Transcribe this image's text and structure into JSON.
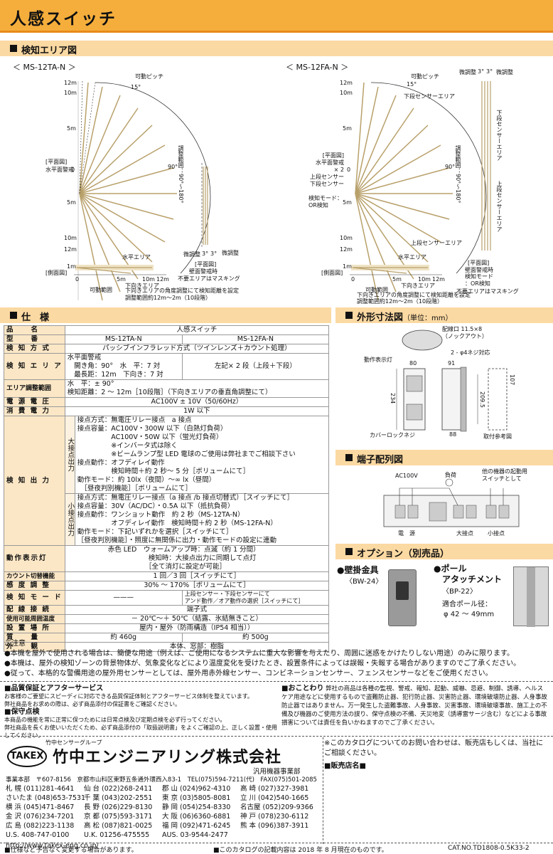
{
  "header": {
    "title": "人感スイッチ"
  },
  "sections": {
    "detection_area": "検知エリア図",
    "specs": "仕　様",
    "dimensions": "外形寸法図",
    "dimensions_unit": "（単位：mm）",
    "terminals": "端子配列図",
    "options": "オプション（別売品）"
  },
  "diagram_left": {
    "model": "＜ MS-12TA-N ＞",
    "scale": [
      "12m",
      "10m",
      "5m",
      "0",
      "5m",
      "10m",
      "12m"
    ],
    "plan_label": "[平面図]\n水平面警戒",
    "pitch": "可動ピッチ",
    "deg15": "15°",
    "range": "調整範囲：90°〜180°",
    "deg90": "90°",
    "fine1": "微調整",
    "fine2": "3°",
    "fine3": "3°",
    "fine4": "微調整",
    "plan2": "[平面図]",
    "wall": "壁面警戒時",
    "mask": "不要エリアはマスキング",
    "horiz": "水平エリア",
    "side": "[側面図]",
    "side_scale": [
      "1m",
      "0",
      "5m",
      "10m",
      "12m"
    ],
    "down": "下向きエリア",
    "movable": "可動範囲",
    "note": "下向きエリアの角度調整にて検知距離を設定\n調整範囲約12m〜2m（10段階）"
  },
  "diagram_right": {
    "model": "＜ MS-12FA-N ＞",
    "scale": [
      "12m",
      "10m",
      "5m",
      "0",
      "5m",
      "10m",
      "12m"
    ],
    "plan_label": "[平面図]\n水平面警戒\n× 2\n上段センサー\n下段センサー",
    "mode": "検知モード：\nOR検知",
    "pitch": "可動ピッチ",
    "deg15": "15°",
    "lower_area": "下段センサーエリア",
    "upper_area": "上段センサーエリア",
    "range": "調整範囲：90°〜180°",
    "deg90": "90°",
    "fine1": "微調整",
    "fine2": "3°",
    "fine3": "3°",
    "fine4": "微調整",
    "lower_v": "下段センサーエリア",
    "upper_v": "上段センサーエリア",
    "plan2": "[平面図]",
    "wall": "壁面警戒時",
    "mode2": "検知モード\n：OR検知",
    "mask": "不要エリアはマスキング",
    "horiz": "水平エリア",
    "side": "[側面図]",
    "side_scale": [
      "1m",
      "0",
      "5m",
      "10m",
      "12m"
    ],
    "down": "下向きエリア",
    "movable": "可動範囲",
    "note": "下向きエリアの角度調整にて検知距離を設定\n調整範囲約12m〜2m（10段階）"
  },
  "spec": {
    "rows": [
      [
        "品　　名",
        "人感スイッチ"
      ],
      [
        "型　　番",
        "MS-12TA-N",
        "MS-12FA-N"
      ],
      [
        "検 知 方 式",
        "パッシブインフラレッド方式（ツインレンズ＋カウント処理）"
      ],
      [
        "エリア調整範囲",
        "水　平：± 90°\n検知距離：2 〜 12m［10段階］（下向きエリアの垂直角調整にて）"
      ],
      [
        "電 源 電 圧",
        "AC100V ± 10V（50/60Hz）"
      ],
      [
        "消 費 電 力",
        "1W 以下"
      ]
    ],
    "area_label": "検 知 エ リ ア",
    "area_left": "水平面警戒\n　開き角：90°　水　平：7 対\n　最長距：12m　下向き：7 対",
    "area_right": "左記× 2 段（上段＋下段）",
    "output_label": "検 知 出 力",
    "big_label": "大接点出力",
    "big_text": "接点方式：無電圧リレー接点　a 接点\n接点容量：AC100V・300W 以下（白熱灯負荷）\n　　　　　AC100V・50W 以下（蛍光灯負荷）\n　　　　　※インバータ式は除く\n　　　　　※ビームランプ型 LED 電球のご使用は弊社までご相談下さい\n接点動作：オフディレイ動作\n　　　　　検知時間＋約 2 秒〜 5 分［ボリュームにて］\n動作モード：約 10lx（夜間）〜∞ lx（昼間）\n　［昼夜判別機能］［ボリュームにて］",
    "small_label": "小接点出力",
    "small_text": "接点方式：無電圧リレー接点（a 接点 /b 接点切替式）［スイッチにて］\n接点容量：30V（AC/DC）・0.5A 以下（抵抗負荷）\n接点動作：ワンショット動作　約 2 秒（MS-12TA-N）\n　　　　　オフディレイ動作　検知時間＋約 2 秒（MS-12FA-N）\n動作モード：下記いずれかを選択［スイッチにて］\n［昼夜判別機能］・照度に無関係に出力・動作モードの設定に連動",
    "lamp_label": "動作表示灯",
    "lamp_text": "赤色 LED　ウォームアップ時：点滅（約 1 分間）\n　　　　　　検知時：大接点出力に同期して点灯\n　　　　　　［全て消灯に設定が可能］",
    "count_label": "カウント切替機能",
    "count_text": "1 回／3 回［スイッチにて］",
    "sens_label": "感 度 調 整",
    "sens_text": "30% 〜 170%［ボリュームにて］",
    "mode_label": "検 知 モ ー ド",
    "mode_left": "———",
    "mode_right": "上段センサー・下段センサーにて\nアンド動作／オア動作の選択［スイッチにて］",
    "wiring_label": "配 線 接 続",
    "wiring_text": "端子式",
    "temp_label": "使用可能周囲温度",
    "temp_text": "－ 20℃〜＋ 50℃（結露、氷結無きこと）",
    "place_label": "設 置 場 所",
    "place_text": "屋内・屋外（防雨構造（IP54 相当））",
    "weight_label": "質　　量",
    "weight_left": "約 460g",
    "weight_right": "約 500g",
    "look_label": "外　　観",
    "look_text": "本体、窓部：樹脂"
  },
  "dims": {
    "knockout": "配線口 11.5×8\n（ノックアウト）",
    "led": "動作表示灯",
    "screw": "2 - φ4ネジ対応",
    "cover": "カバーロックネジ",
    "ref": "取付参考図",
    "d80": "80",
    "d91": "91",
    "d234": "234",
    "d2095": "209.5",
    "d107": "107",
    "d88": "88"
  },
  "terminals": {
    "ac": "AC100V",
    "load": "負荷",
    "other": "他の機器の起動用\nスイッチとして",
    "power": "電　源",
    "big": "大接点",
    "small": "小接点"
  },
  "options": {
    "wall_name": "●壁掛金具",
    "wall_code": "〈BW-24〉",
    "pole_name": "●ポール\n　アタッチメント",
    "pole_code": "〈BP-22〉",
    "pole_dia_label": "適合ポール径：",
    "pole_dia": "φ 42 〜 49mm"
  },
  "caution": {
    "title": "ご注意",
    "lines": [
      "●本機を屋外で使用される場合は、簡便な用途（例えば、ご使用になるシステムに重大な影響を与えたり、周囲に迷惑をかけたりしない用途）のみに限ります。",
      "●本機は、屋外の検知ゾーンの背景物体が、気象変化などにより温度変化を受けたとき、設置条件によっては誤報・失報する場合がありますのでご了承ください。",
      "●従って、本格的な警備用途の屋外用センサーとしては、屋外用赤外線センサー、コンビネーションセンサー、フェンスセンサーなどをご使用ください。"
    ]
  },
  "service": {
    "t1": "■品質保証とアフターサービス",
    "p1": "お客様のご要望にスピーディに対応できる品質保証体制とアフターサービス体制を整えています。",
    "p1b": "弊社商品をお求めの際は、必ず商品添付の保証書をご確認ください。",
    "t2": "■保守点検",
    "p2": "本商品の機能を常に正常に保つためには日常点検及び定期点検を必ず行ってください。",
    "p2b": "弊社商品を長くお使いいただくため、必ず商品添付の「取扱説明書」をよくご確認の上、正しく設置・使用してください。",
    "t3": "■おことわり",
    "p3": "弊社の商品は各種の監視、警戒、報知、起動、威嚇、忌避、制御、誘導、ヘルスケア用途などに使用するもので盗難防止器、犯行防止器、災害防止器、環境破壊防止器、人身事故防止器ではありません。万一発生した盗難事故、人身事故、災害事故、環境破壊事故、施工上の不備及び機器のご使用方法の誤り、保守点検の不備、天災地変（誘導雷サージ含む）などによる事故損害については責任を負いかねますのでご了承ください。"
  },
  "company": {
    "group": "竹中センサーグループ",
    "logo": "TAKEX",
    "name": "竹中エンジニアリング株式会社",
    "division": "汎用機器事業部",
    "hq": "事業本部　〒607-8156　京都市山科区東野五条通外環西入83-1　TEL(075)594-7211(代)　FAX(075)501-2085",
    "offices": [
      [
        "札 幌 (011)281-4641",
        "仙 台 (022)268-2411",
        "郡 山 (024)962-4310",
        "高 崎 (027)327-3981"
      ],
      [
        "さいたま (048)653-7531",
        "千 葉 (043)202-2551",
        "東 京 (03)5805-8081",
        "立 川 (042)540-1665"
      ],
      [
        "横 浜 (045)471-8467",
        "長 野 (026)229-8130",
        "静 岡 (054)254-8330",
        "名古屋 (052)209-9366"
      ],
      [
        "金 沢 (076)234-7201",
        "京 都 (075)593-3171",
        "大 阪 (06)6360-6881",
        "神 戸 (078)230-6112"
      ],
      [
        "広 島 (082)223-1138",
        "高 松 (087)821-0025",
        "福 岡 (092)471-6245",
        "熊 本 (096)387-3911"
      ],
      [
        "U.S. 408-747-0100",
        "U.K. 01256-475555",
        "AUS. 03-9544-2477",
        ""
      ]
    ],
    "url": "http://www.takex-eng.co.jp/",
    "inquiry": "※このカタログについてのお問い合わせは、販売店もしくは、当社にご相談ください。",
    "dealer": "■販売店名■"
  },
  "footer": {
    "left": "■仕様など予告なく変更する場合があります。",
    "mid": "■このカタログの記載内容は 2018 年 8 月現在のものです。",
    "right": "CAT.NO.TD1808-0.5K33-2"
  }
}
